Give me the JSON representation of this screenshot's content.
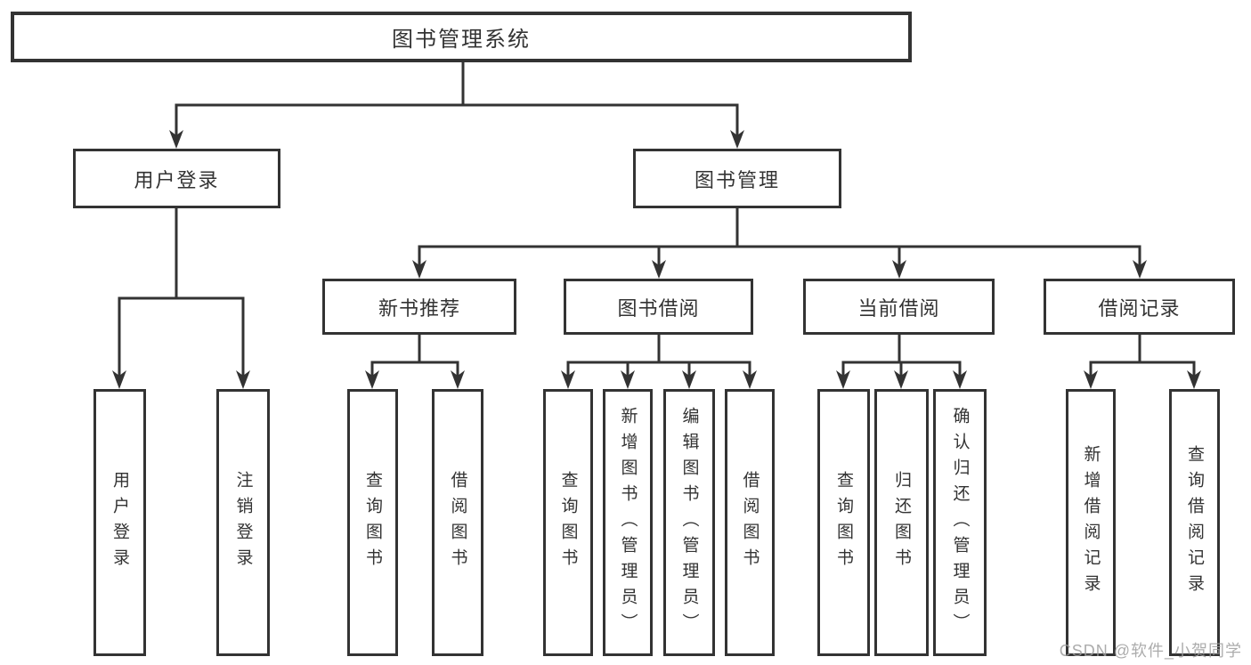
{
  "diagram": {
    "root": "图书管理系统",
    "level2": [
      "用户登录",
      "图书管理"
    ],
    "level3": [
      "新书推荐",
      "图书借阅",
      "当前借阅",
      "借阅记录"
    ],
    "leaves": {
      "login": [
        "用户登录",
        "注销登录"
      ],
      "recommend": [
        "查询图书",
        "借阅图书"
      ],
      "borrow": [
        "查询图书",
        "新增图书（管理员）",
        "编辑图书（管理员）",
        "借阅图书"
      ],
      "current": [
        "查询图书",
        "归还图书",
        "确认归还（管理员）"
      ],
      "records": [
        "新增借阅记录",
        "查询借阅记录"
      ]
    }
  },
  "watermark": "CSDN @软件_小贺同学",
  "colors": {
    "line": "#333333",
    "background": "#ffffff",
    "watermark": "#9e9e9e"
  }
}
